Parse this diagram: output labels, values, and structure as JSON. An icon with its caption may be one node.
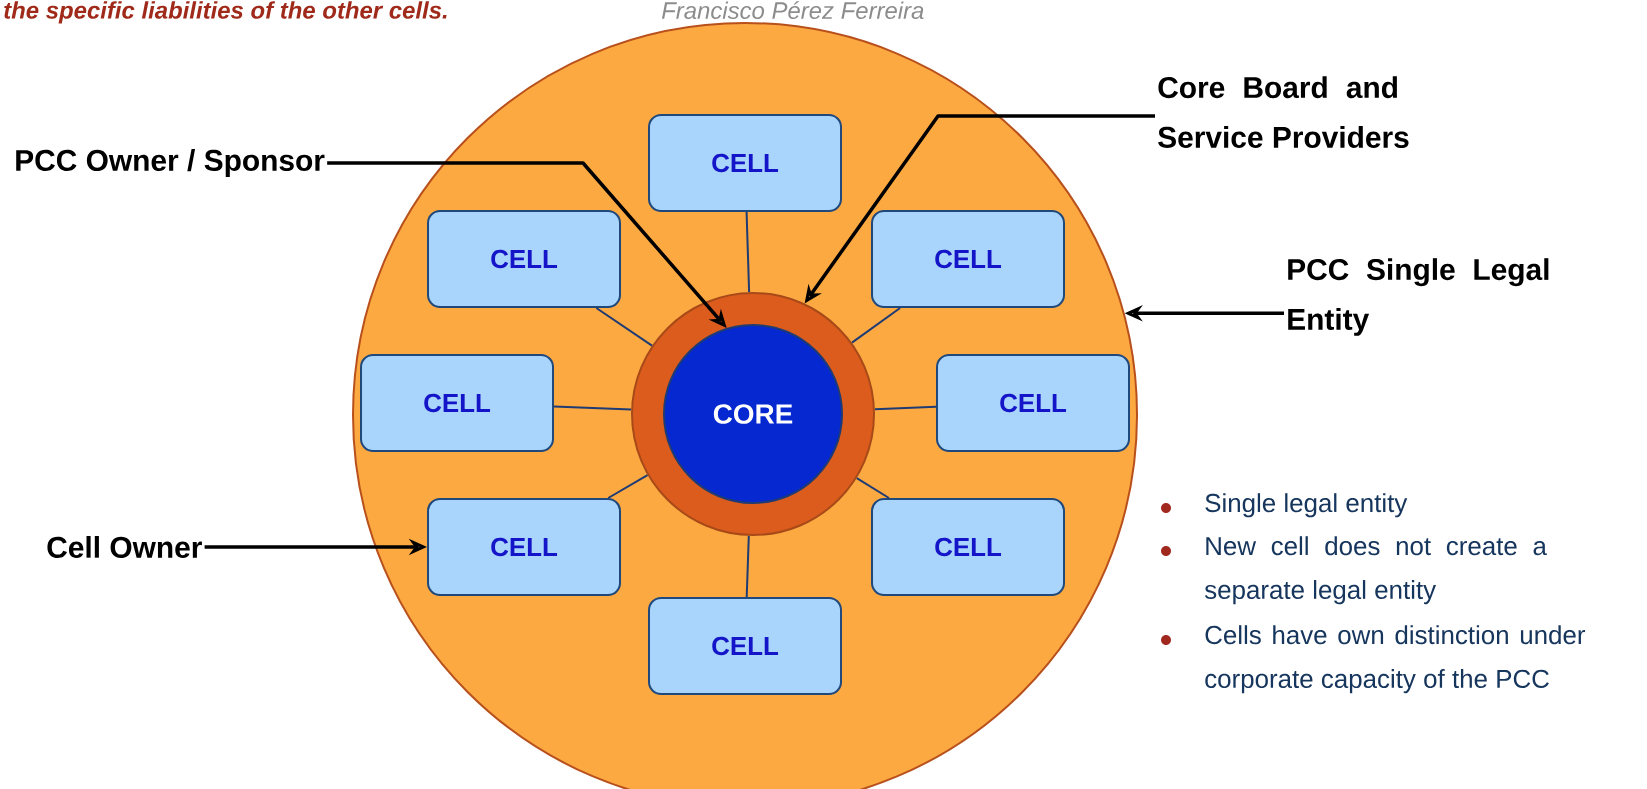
{
  "diagram": {
    "nodes": [
      {
        "text": [],
        "shape": "circle"
      },
      {
        "text": [],
        "shape": "circle",
        "in": 0
      },
      {
        "text": [
          "CORE"
        ],
        "in": 1
      },
      {
        "text": [
          "CELL"
        ],
        "in": 0
      },
      {
        "text": [
          "CELL"
        ],
        "in": 0
      },
      {
        "text": [
          "CELL"
        ],
        "in": 0
      },
      {
        "text": [
          "CELL"
        ],
        "in": 0
      },
      {
        "text": [
          "CELL"
        ],
        "in": 0
      },
      {
        "text": [
          "CELL"
        ],
        "in": 0
      },
      {
        "text": [
          "CELL"
        ],
        "in": 0
      },
      {
        "text": [
          "CELL"
        ],
        "in": 0
      },
      {
        "text": [
          "PCC Owner / Sponsor"
        ]
      },
      {
        "text": [
          "Core Board and Service Providers"
        ]
      },
      {
        "text": [
          "PCC Single Legal Entity"
        ]
      },
      {
        "text": [
          "Cell Owner"
        ]
      }
    ],
    "edges": [
      {
        "from": 1,
        "to": 3,
        "arrow": "none"
      },
      {
        "from": 1,
        "to": 4,
        "arrow": "none"
      },
      {
        "from": 1,
        "to": 5,
        "arrow": "none"
      },
      {
        "from": 1,
        "to": 6,
        "arrow": "none"
      },
      {
        "from": 1,
        "to": 7,
        "arrow": "none"
      },
      {
        "from": 1,
        "to": 8,
        "arrow": "none"
      },
      {
        "from": 1,
        "to": 9,
        "arrow": "none"
      },
      {
        "from": 1,
        "to": 10,
        "arrow": "none"
      },
      {
        "from": 11,
        "to": 2,
        "arrow": "to",
        "color": "#000000"
      },
      {
        "from": 12,
        "to": 1,
        "arrow": "to",
        "color": "#000000"
      },
      {
        "from": 13,
        "to": 0,
        "arrow": "to",
        "color": "#000000"
      },
      {
        "from": 14,
        "to": 8,
        "arrow": "to",
        "color": "#000000"
      }
    ],
    "labels": [
      "the specific liabilities of the other cells.",
      "Francisco Pérez Ferreira",
      "Single legal entity",
      "New cell does not create a separate legal entity",
      "Cells have own distinction under corporate capacity of the PCC"
    ]
  }
}
